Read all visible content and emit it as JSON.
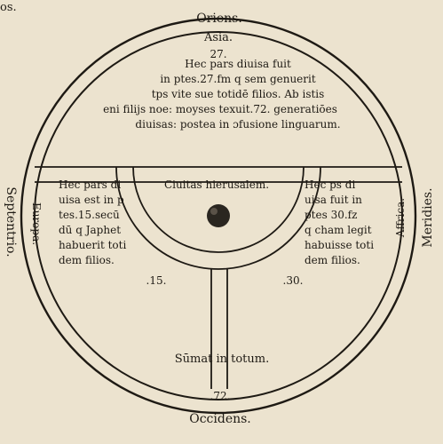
{
  "corner_text": "os.",
  "top": {
    "oriens": "Oriens.",
    "asia": "Asia.",
    "number": "27."
  },
  "upper_block": {
    "line1": "Hec pars diuisa fuit",
    "line2": "in ptes.27.fm q sem genuerit",
    "line3": "tps vite sue totidē filios. Ab istis",
    "line4": "eni filijs noe: moyses texuit.72. generatiōes",
    "line5": "diuisas: postea in ɔfusione linguarum."
  },
  "center": {
    "civitas": "Ciuitas hierusalem."
  },
  "left_block": {
    "line1": "Hec pars di",
    "line2": "uisa est in p",
    "line3": "tes.15.secū",
    "line4": "dū q Japhet",
    "line5": "habuerit toti",
    "line6": "dem filios."
  },
  "right_block": {
    "line1": "Hec ps di",
    "line2": "uisa fuit in",
    "line3": "ptes 30.fz",
    "line4": "q cham legit",
    "line5": "habuisse toti",
    "line6": "dem filios."
  },
  "numbers": {
    "left": ".15.",
    "right": ".30."
  },
  "bottom": {
    "summa": "Sūmat in totum.",
    "number": ".72.",
    "occidens": "Occidens."
  },
  "sides": {
    "europa": "Europa.",
    "septentrio": "Septentrio.",
    "affrica": "Affrica.",
    "meridies": "Meridies."
  }
}
